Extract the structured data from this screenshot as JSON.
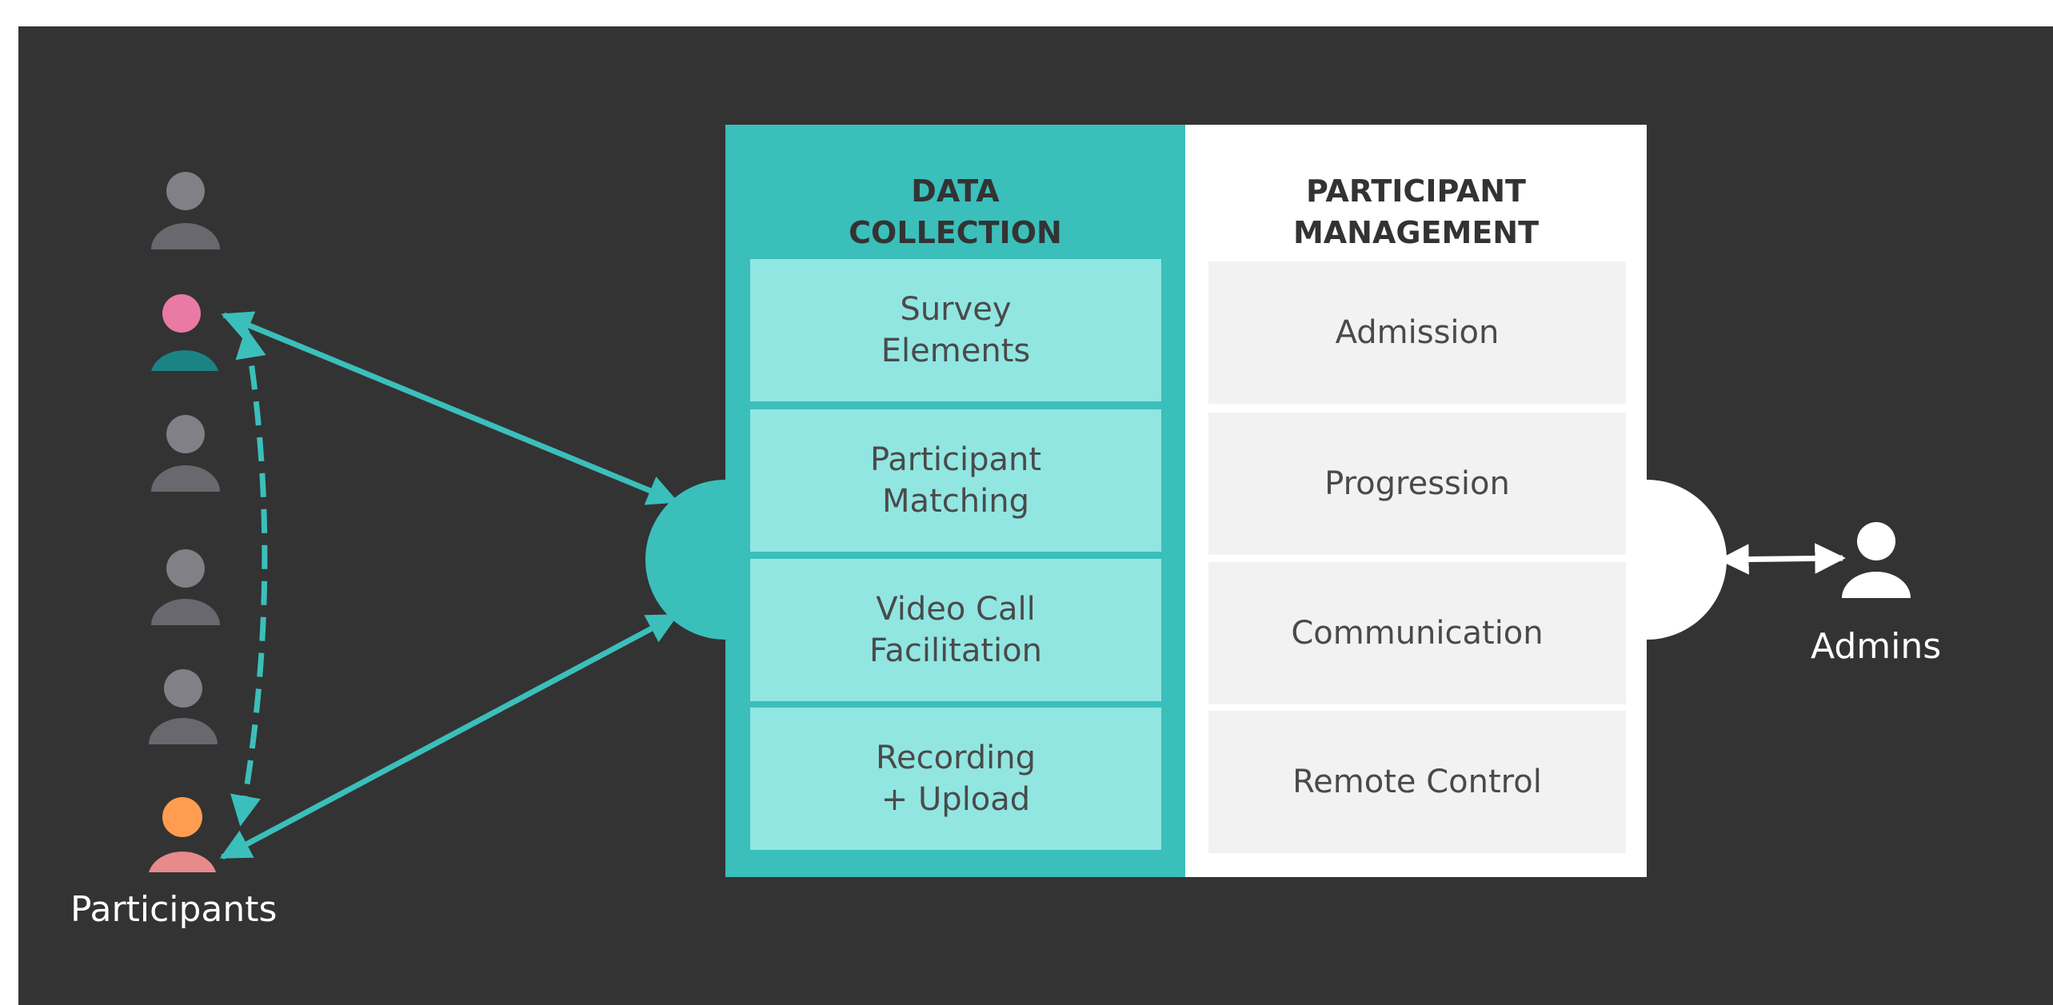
{
  "colors": {
    "background": "#333333",
    "teal": "#3bbfbb",
    "light_teal": "#91e6e1",
    "light_gray": "#f2f2f2",
    "white": "#ffffff",
    "gray_person": "#808086",
    "gray_person_body": "#68686e",
    "pink_head": "#e97aa3",
    "teal_body": "#1c8384",
    "orange_head": "#ff9c50",
    "pink_body": "#e8898c"
  },
  "data_collection": {
    "title": "DATA\nCOLLECTION",
    "items": [
      "Survey\nElements",
      "Participant\nMatching",
      "Video Call\nFacilitation",
      "Recording\n+ Upload"
    ]
  },
  "participant_management": {
    "title": "PARTICIPANT\nMANAGEMENT",
    "items": [
      "Admission",
      "Progression",
      "Communication",
      "Remote Control"
    ]
  },
  "participants": {
    "label": "Participants",
    "icon": "person-icon",
    "count": 6
  },
  "admins": {
    "label": "Admins",
    "icon": "person-icon"
  }
}
